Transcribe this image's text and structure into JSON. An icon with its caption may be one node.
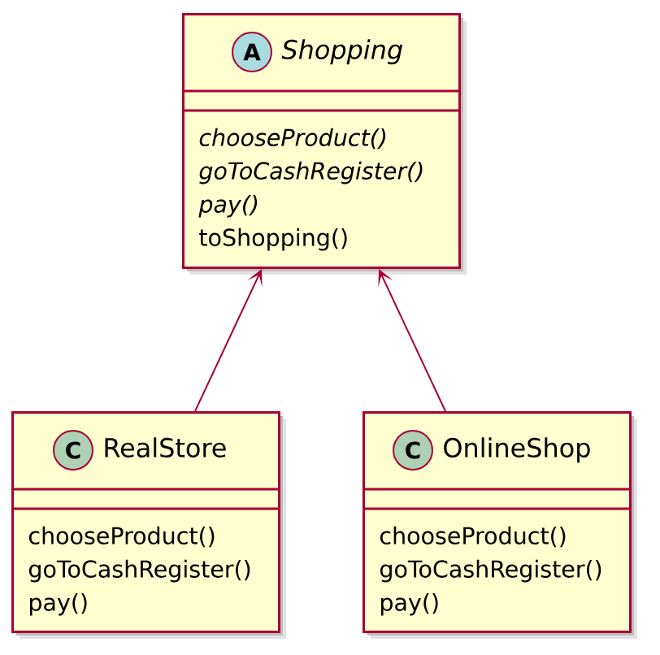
{
  "diagram": {
    "nodes": [
      {
        "text": [
          "Shopping",
          "chooseProduct()",
          "goToCashRegister()",
          "pay()",
          "toShopping()"
        ]
      },
      {
        "text": [
          "A"
        ],
        "in": 0
      },
      {
        "text": [
          "RealStore",
          "chooseProduct()",
          "goToCashRegister()",
          "pay()"
        ]
      },
      {
        "text": [
          "C"
        ],
        "in": 2
      },
      {
        "text": [
          "OnlineShop",
          "chooseProduct()",
          "goToCashRegister()",
          "pay()"
        ]
      },
      {
        "text": [
          "C"
        ],
        "in": 4
      }
    ],
    "edges": [
      {
        "from": 2,
        "to": 0,
        "arrow": "to"
      },
      {
        "from": 4,
        "to": 0,
        "arrow": "to"
      }
    ]
  }
}
